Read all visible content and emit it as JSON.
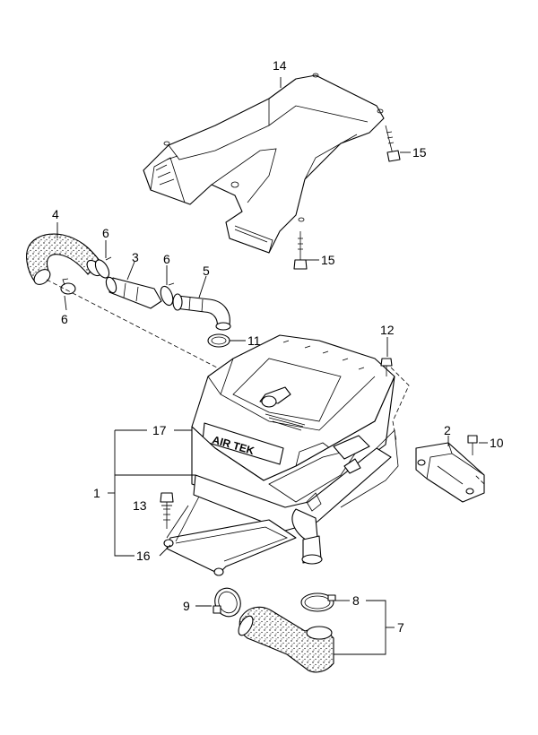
{
  "diagram": {
    "callouts": {
      "p1": "1",
      "p2": "2",
      "p3": "3",
      "p4": "4",
      "p5": "5",
      "p6a": "6",
      "p6b": "6",
      "p6c": "6",
      "p7": "7",
      "p8": "8",
      "p9": "9",
      "p10": "10",
      "p11": "11",
      "p12": "12",
      "p13": "13",
      "p14": "14",
      "p15a": "15",
      "p15b": "15",
      "p16": "16",
      "p17": "17"
    },
    "cover_marking": "AIR TEK"
  }
}
